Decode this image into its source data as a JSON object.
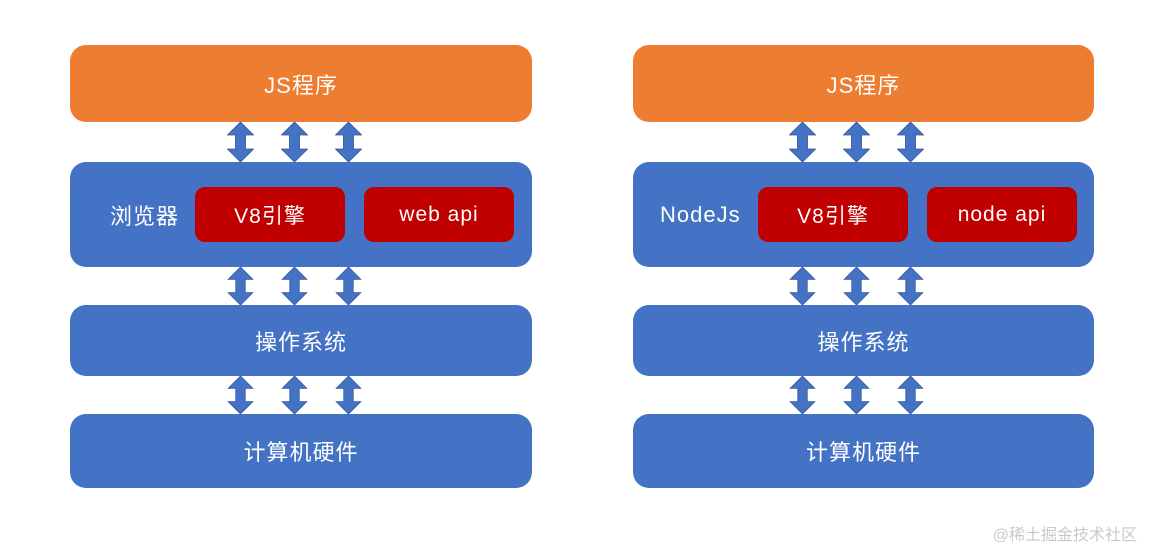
{
  "colors": {
    "orange": "#ED7D31",
    "blue": "#4472C4",
    "red": "#C00000",
    "arrow": "#4472C4",
    "watermark_gray": "#C9C9C9"
  },
  "diagrams": [
    {
      "id": "browser-stack",
      "app_label": "JS程序",
      "runtime_label": "浏览器",
      "engine_label": "V8引擎",
      "api_label": "web api",
      "os_label": "操作系统",
      "hardware_label": "计算机硬件"
    },
    {
      "id": "nodejs-stack",
      "app_label": "JS程序",
      "runtime_label": "NodeJs",
      "engine_label": "V8引擎",
      "api_label": "node api",
      "os_label": "操作系统",
      "hardware_label": "计算机硬件"
    }
  ],
  "watermark": "@稀土掘金技术社区"
}
